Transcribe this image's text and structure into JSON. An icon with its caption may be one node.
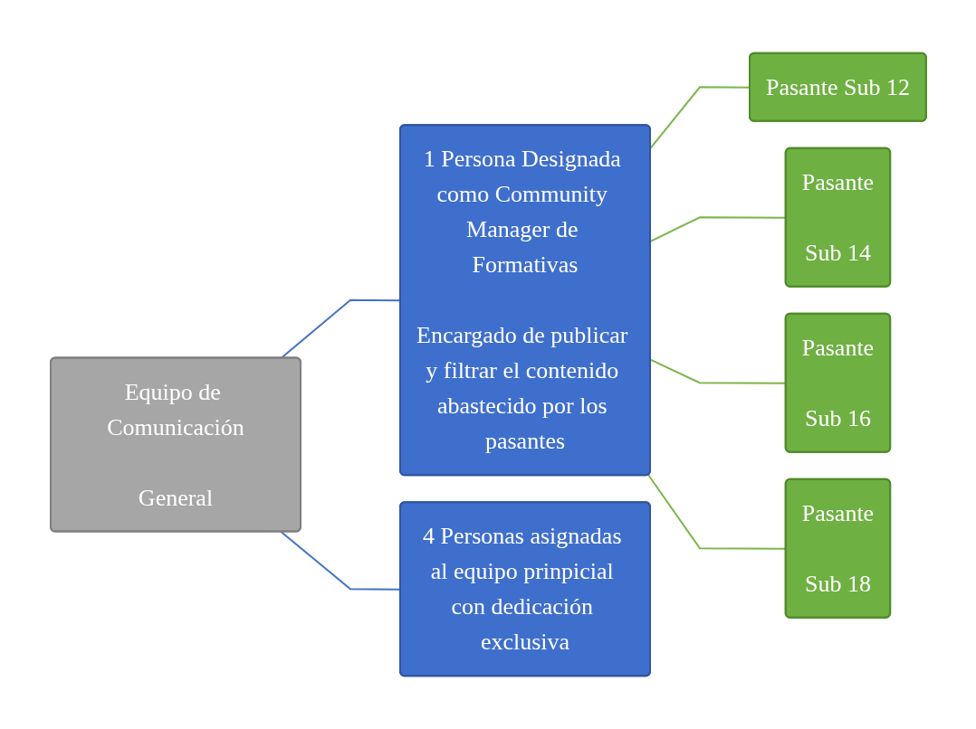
{
  "diagram": {
    "nodes": [
      {
        "text": [
          "Equipo de Comunicación",
          "General"
        ]
      },
      {
        "text": [
          "1 Persona Designada como Community Manager de Formativas",
          "Encargado de publicar y filtrar el contenido abastecido por los pasantes"
        ]
      },
      {
        "text": [
          "4 Personas asignadas al equipo prinpicial con dedicación exclusiva"
        ]
      },
      {
        "text": [
          "Pasante Sub 12"
        ]
      },
      {
        "text": [
          "Pasante",
          "Sub 14"
        ]
      },
      {
        "text": [
          "Pasante",
          "Sub 16"
        ]
      },
      {
        "text": [
          "Pasante",
          "Sub 18"
        ]
      }
    ],
    "edges": [
      {
        "from": 0,
        "to": 1,
        "arrow": "none",
        "color": "#4472c4"
      },
      {
        "from": 0,
        "to": 2,
        "arrow": "none",
        "color": "#4472c4"
      },
      {
        "from": 1,
        "to": 3,
        "arrow": "none"
      },
      {
        "from": 1,
        "to": 4,
        "arrow": "none"
      },
      {
        "from": 1,
        "to": 5,
        "arrow": "none"
      },
      {
        "from": 1,
        "to": 6,
        "arrow": "none"
      }
    ]
  }
}
